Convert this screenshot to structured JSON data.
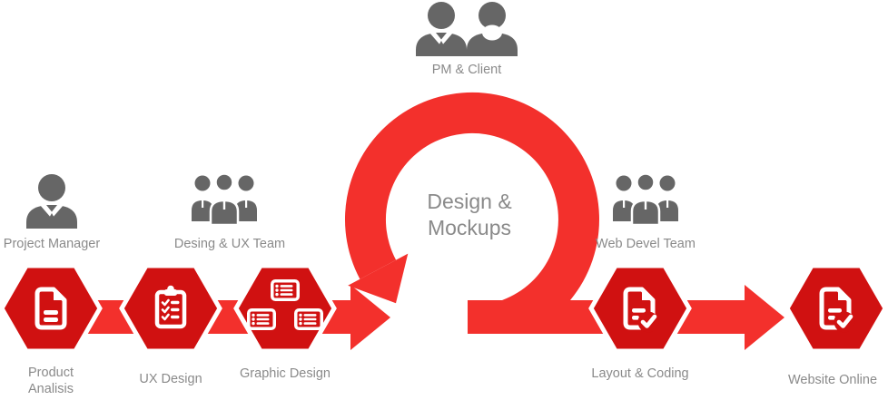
{
  "colors": {
    "flow_red": "#f3302c",
    "hexagon_red": "#d01111",
    "label_gray": "#8a8a8a",
    "people_gray": "#666666",
    "icon_white": "#ffffff",
    "background": "#ffffff"
  },
  "loop": {
    "label_line1": "Design &",
    "label_line2": "Mockups",
    "icon": "iteration-loop-arrow"
  },
  "actors": {
    "pm_client": {
      "label": "PM & Client",
      "icon": "two-people-icon"
    },
    "project_manager": {
      "label": "Project Manager",
      "icon": "person-icon"
    },
    "design_ux_team": {
      "label": "Desing & UX Team",
      "icon": "team-icon"
    },
    "web_devel_team": {
      "label": "Web Devel Team",
      "icon": "team-icon"
    }
  },
  "stages": [
    {
      "label": "Product Analisis",
      "icon": "document-icon"
    },
    {
      "label": "UX Design",
      "icon": "clipboard-checklist-icon"
    },
    {
      "label": "Graphic Design",
      "icon": "layout-cards-icon"
    },
    {
      "label": "Layout & Coding",
      "icon": "document-check-icon"
    },
    {
      "label": "Website Online",
      "icon": "document-check-icon"
    }
  ]
}
